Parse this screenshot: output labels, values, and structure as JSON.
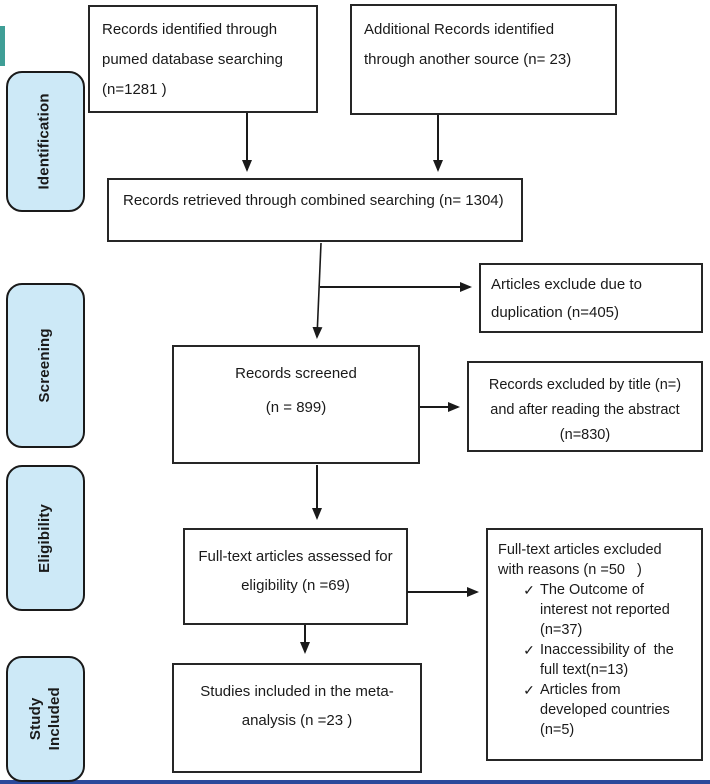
{
  "colors": {
    "stage_fill": "#cde9f7",
    "box_border": "#262626",
    "arrow": "#1a1a1a",
    "left_edge_strip": "#3f9e96",
    "bottom_edge_strip": "#2b4a9b"
  },
  "stages": [
    {
      "label": "Identification"
    },
    {
      "label": "Screening"
    },
    {
      "label": "Eligibility"
    },
    {
      "label": "Study\nIncluded"
    }
  ],
  "boxes": {
    "pubmed_search": "Records identified through\npumed database searching\n(n=1281 )",
    "additional_source": "Additional Records identified\nthrough another source (n= 23)",
    "combined_search": "Records retrieved through combined searching (n= 1304)",
    "duplication_excluded": "Articles exclude due to\nduplication (n=405)",
    "records_screened": "Records screened\n(n = 899)",
    "title_abstract_excluded": "Records excluded by title (n=)\nand after reading the abstract\n(n=830)",
    "fulltext_assessed": "Full-text articles assessed for\neligibility (n =69)",
    "studies_included": "Studies included in the meta-\nanalysis (n =23 )"
  },
  "exclusion_reasons": {
    "heading": "Full-text articles excluded\nwith reasons (n =50   )",
    "bullet": "✓",
    "items": [
      "The Outcome of\ninterest not reported\n(n=37)",
      "Inaccessibility of  the\nfull text(n=13)",
      "Articles from\ndeveloped countries\n(n=5)"
    ]
  }
}
